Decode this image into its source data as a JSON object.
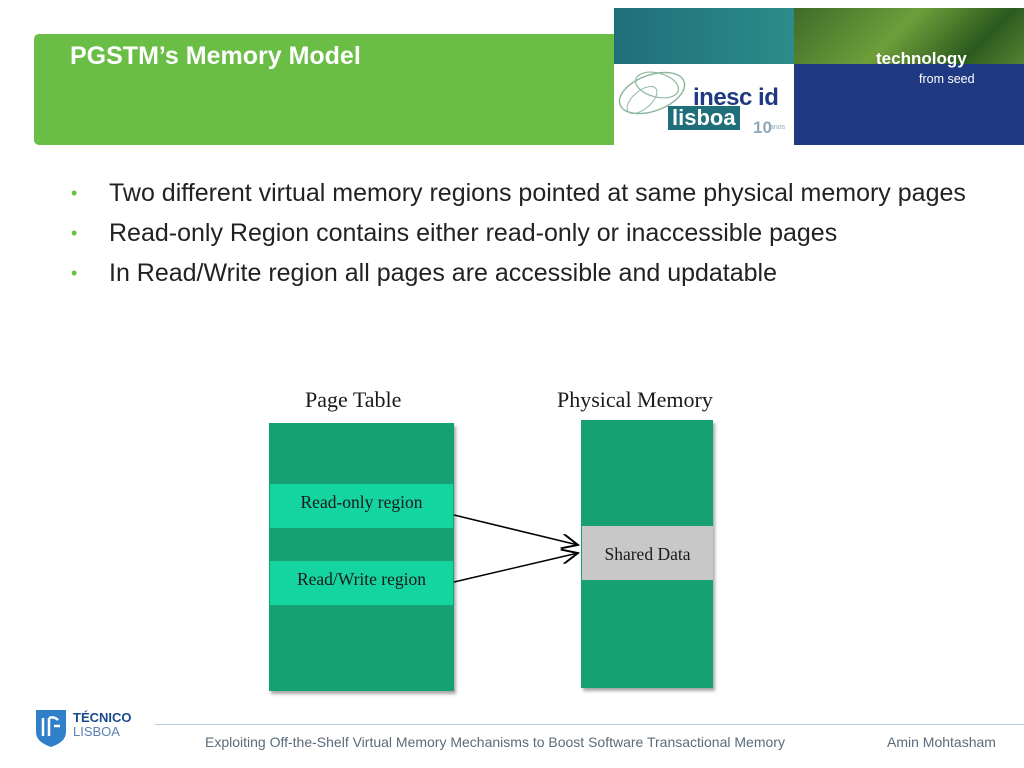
{
  "slide": {
    "title": "PGSTM’s Memory Model"
  },
  "branding": {
    "tagline_main": "technology",
    "tagline_sub": "from seed",
    "logo_inesc": "inesc id",
    "logo_lisboa": "lisboa",
    "logo_years": "10",
    "logo_years_word": "anos"
  },
  "bullets": [
    "Two different virtual memory regions pointed at same physical memory pages",
    "Read-only Region contains either read-only or inaccessible pages",
    "In Read/Write region all pages are accessible and updatable"
  ],
  "bullet_glyph": "•",
  "diagram": {
    "page_table_label": "Page Table",
    "physical_memory_label": "Physical Memory",
    "read_only_region": "Read-only region",
    "read_write_region": "Read/Write region",
    "shared_data": "Shared Data"
  },
  "footer": {
    "institution_name": "TÉCNICO",
    "institution_city": "LISBOA",
    "presentation_title": "Exploiting Off-the-Shelf Virtual Memory Mechanisms to Boost Software Transactional Memory",
    "author": "Amin Mohtasham"
  },
  "colors": {
    "header_green": "#6abd45",
    "box_teal": "#17a172",
    "region_aqua": "#14d4a0",
    "shared_gray": "#c8c8c8",
    "brand_navy": "#1f3a82"
  }
}
